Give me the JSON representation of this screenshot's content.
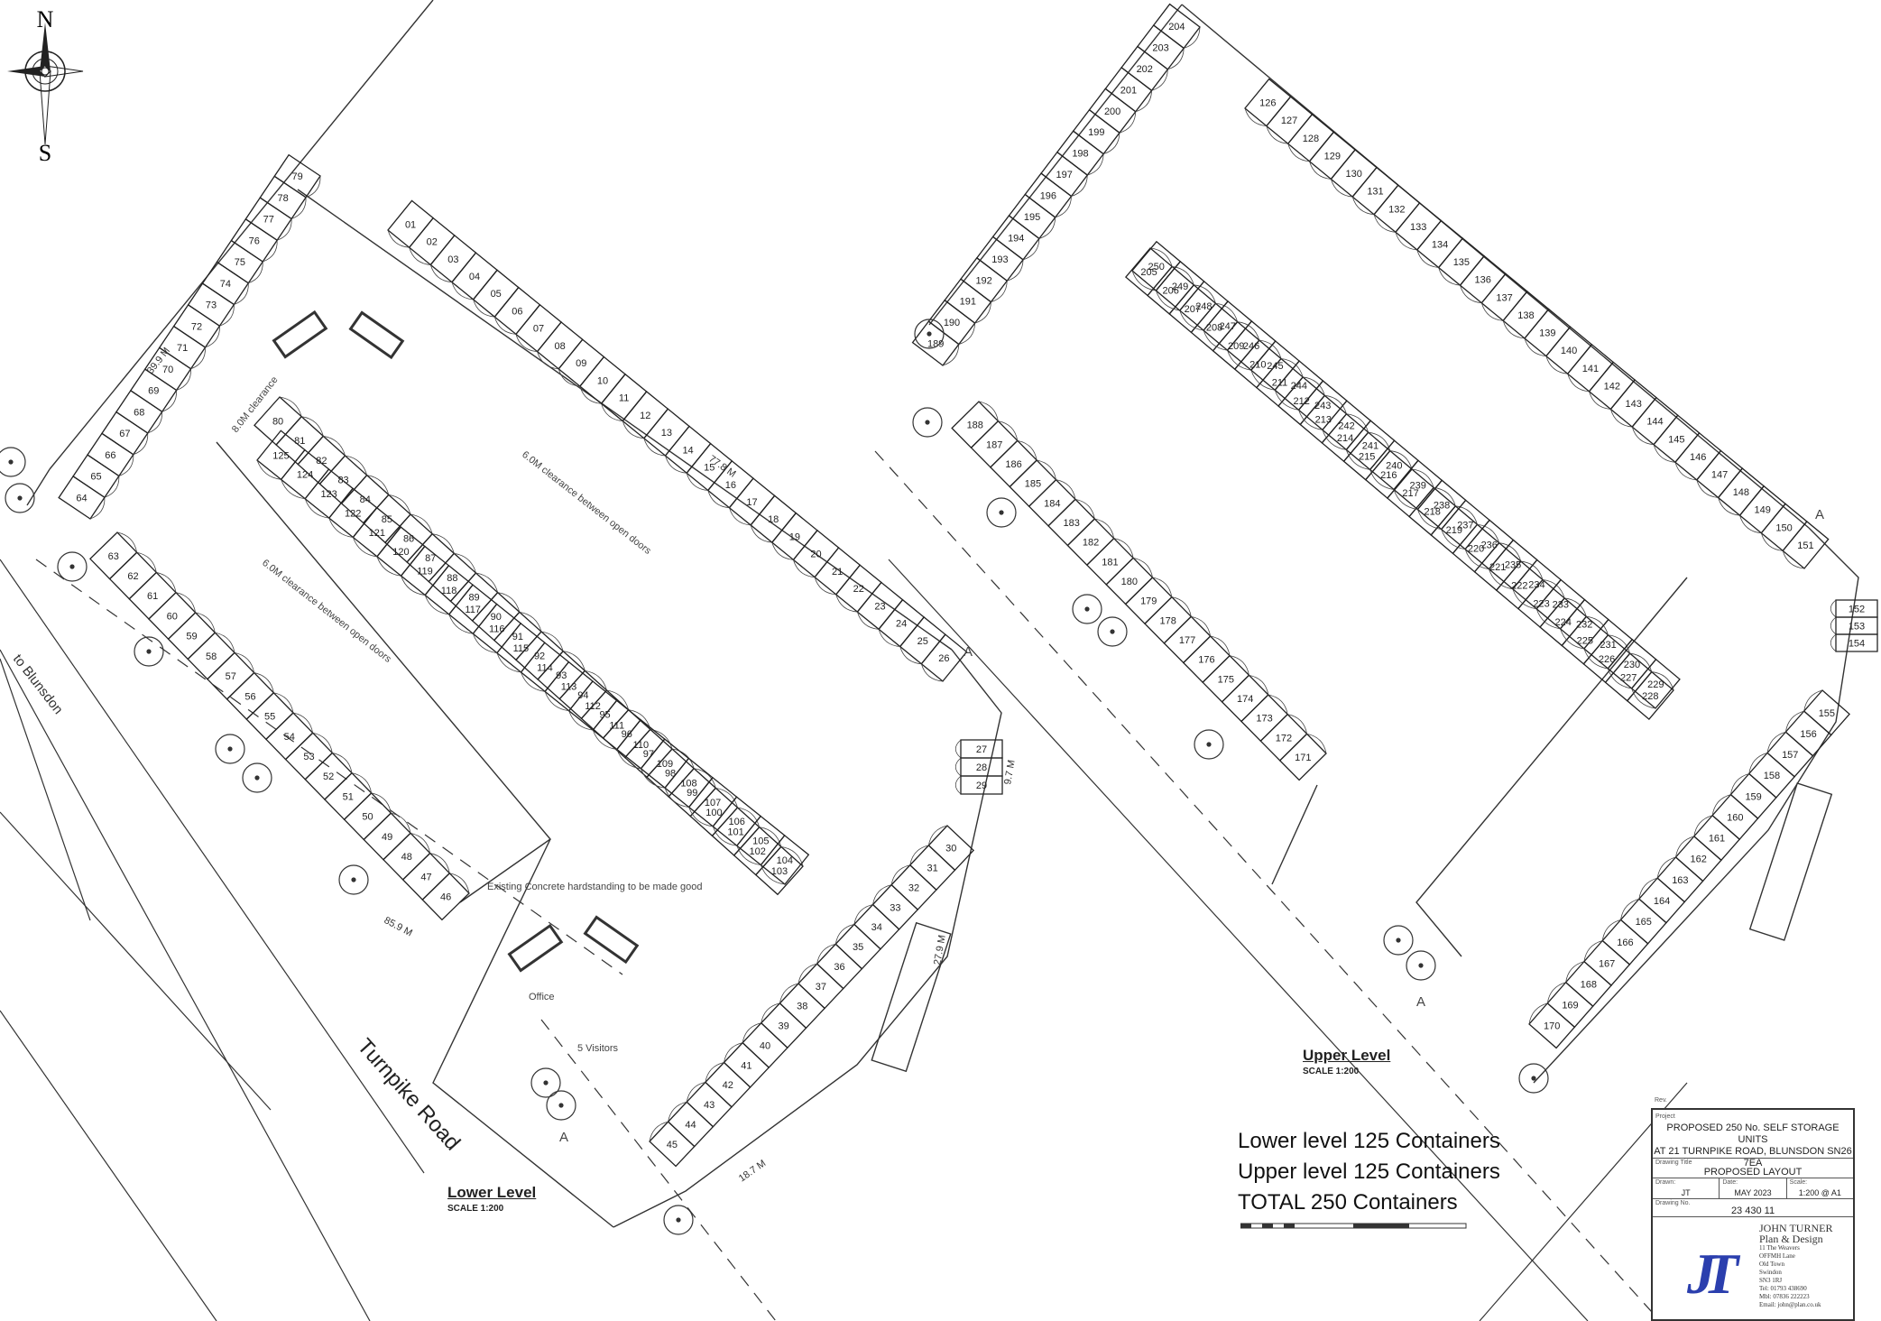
{
  "compass": {
    "north": "N",
    "south": "S"
  },
  "lower_level": {
    "title": "Lower Level",
    "scale": "SCALE  1:200"
  },
  "upper_level": {
    "title": "Upper Level",
    "scale": "SCALE  1:200"
  },
  "road": {
    "name": "Turnpike Road",
    "direction": "to Blunsdon"
  },
  "annotations": {
    "clearance_8m": "8.0M clearance",
    "clearance_6m_a": "6.0M clearance between open doors",
    "clearance_6m_b": "6.0M clearance between open doors",
    "hardstanding": "Existing Concrete hardstanding to be made good",
    "office": "Office",
    "visitors": "5 Visitors",
    "section_a": "A"
  },
  "dimensions": [
    "39.9 M",
    "77.8 M",
    "85.9 M",
    "27.9 M",
    "9.7 M",
    "18.7 M"
  ],
  "summary": {
    "lower": "Lower level 125 Containers",
    "upper": "Upper level 125 Containers",
    "total": "TOTAL 250 Containers"
  },
  "title_block": {
    "rev_label": "Rev.",
    "project_label": "Project",
    "project_line1": "PROPOSED 250 No. SELF STORAGE UNITS",
    "project_line2": "AT 21 TURNPIKE ROAD, BLUNSDON SN26 7EA",
    "drawing_title_label": "Drawing Title",
    "drawing_title": "PROPOSED LAYOUT",
    "drawn_label": "Drawn:",
    "drawn": "JT",
    "date_label": "Date:",
    "date": "MAY 2023",
    "scale_label": "Scale:",
    "scale": "1:200 @ A1",
    "drawing_no_label": "Drawing No.",
    "drawing_no": "23 430 11",
    "firm_name": "JOHN TURNER",
    "firm_sub": "Plan & Design",
    "firm_logo": "JT",
    "firm_address": [
      "11 The Weavers",
      "OFFMH Lane",
      "Old Town",
      "Swindon",
      "SN3 1RJ",
      "Tel: 01793 438690",
      "Mbl: 07836 222223",
      "Email: john@plan.co.uk"
    ]
  },
  "units": {
    "lower": [
      {
        "start": 1,
        "end": 26
      },
      {
        "start": 27,
        "end": 29
      },
      {
        "start": 30,
        "end": 45
      },
      {
        "start": 46,
        "end": 63
      },
      {
        "start": 64,
        "end": 79
      },
      {
        "start": 80,
        "end": 103
      },
      {
        "start": 104,
        "end": 125
      }
    ],
    "upper": [
      {
        "start": 126,
        "end": 151
      },
      {
        "start": 152,
        "end": 154
      },
      {
        "start": 155,
        "end": 170
      },
      {
        "start": 171,
        "end": 188
      },
      {
        "start": 189,
        "end": 204
      },
      {
        "start": 205,
        "end": 228
      },
      {
        "start": 229,
        "end": 250
      }
    ]
  }
}
